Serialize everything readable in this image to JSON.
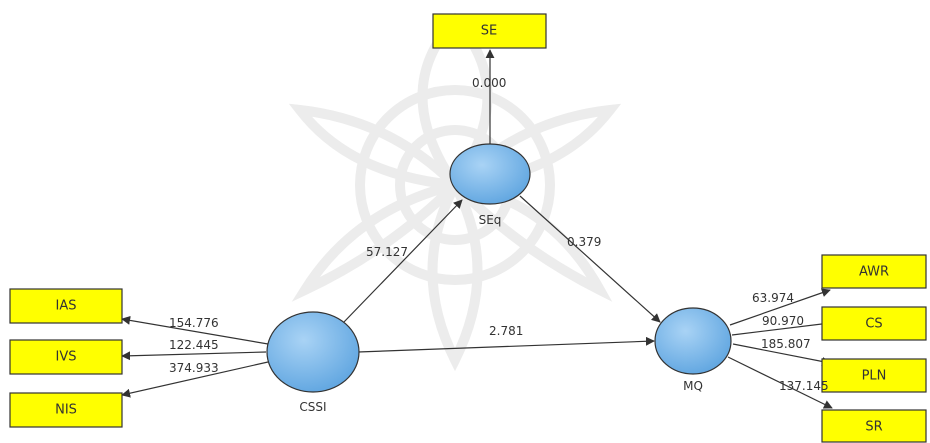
{
  "constructs": {
    "seq": "SEq",
    "cssi": "CSSI",
    "mq": "MQ"
  },
  "indicators": {
    "se": "SE",
    "ias": "IAS",
    "ivs": "IVS",
    "nis": "NIS",
    "awr": "AWR",
    "cs": "CS",
    "pln": "PLN",
    "sr": "SR"
  },
  "coefficients": {
    "seq_se": "0.000",
    "cssi_seq": "57.127",
    "seq_mq": "0.379",
    "cssi_mq": "2.781",
    "cssi_ias": "154.776",
    "cssi_ivs": "122.445",
    "cssi_nis": "374.933",
    "mq_awr": "63.974",
    "mq_cs": "90.970",
    "mq_pln": "185.807",
    "mq_sr": "137.145"
  },
  "colors": {
    "indicator_fill": "#ffff00",
    "construct_fill": "#7fb8ea",
    "line": "#333333",
    "watermark": "#ececec"
  }
}
